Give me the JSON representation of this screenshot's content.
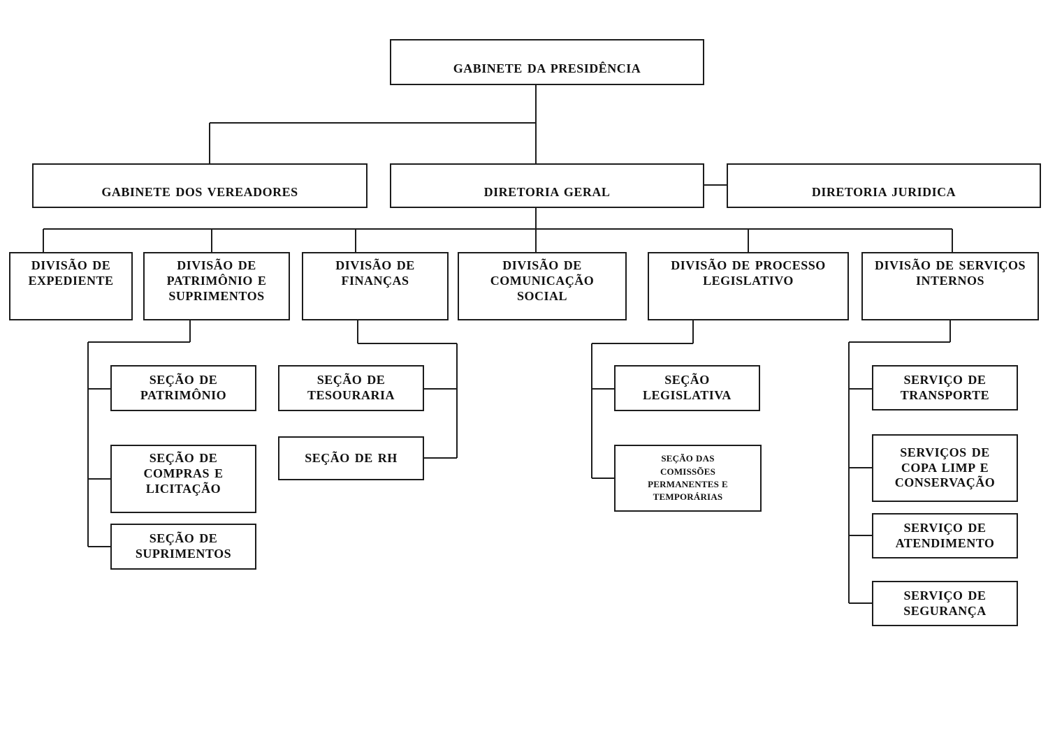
{
  "chart": {
    "type": "org-chart",
    "colors": {
      "background": "#ffffff",
      "box_border": "#1c1c1c",
      "line": "#1c1c1c",
      "text": "#111111"
    },
    "nodes": {
      "gabinete_presidencia": {
        "label": "GABINETE DA PRESIDÊNCIA"
      },
      "gabinete_vereadores": {
        "label": "GABINETE DOS VEREADORES"
      },
      "diretoria_geral": {
        "label": "DIRETORIA GERAL"
      },
      "diretoria_juridica": {
        "label": "DIRETORIA JURIDICA"
      },
      "divisao_expediente": {
        "label": "DIVISÃO DE\nEXPEDIENTE"
      },
      "divisao_patrimonio_suprimentos": {
        "label": "DIVISÃO DE\nPATRIMÔNIO E\nSUPRIMENTOS"
      },
      "divisao_financas": {
        "label": "DIVISÃO DE\nFINANÇAS"
      },
      "divisao_comunicacao_social": {
        "label": "DIVISÃO DE\nCOMUNICAÇÃO\nSOCIAL"
      },
      "divisao_processo_legislativo": {
        "label": "DIVISÃO DE PROCESSO\nLEGISLATIVO"
      },
      "divisao_servicos_internos": {
        "label": "DIVISÃO DE SERVIÇOS\nINTERNOS"
      },
      "secao_patrimonio": {
        "label": "SEÇÃO DE\nPATRIMÔNIO"
      },
      "secao_compras_licitacao": {
        "label": "SEÇÃO DE\nCOMPRAS E\nLICITAÇÃO"
      },
      "secao_suprimentos": {
        "label": "SEÇÃO DE\nSUPRIMENTOS"
      },
      "secao_tesouraria": {
        "label": "SEÇÃO DE\nTESOURARIA"
      },
      "secao_rh": {
        "label": "SEÇÃO DE RH"
      },
      "secao_legislativa": {
        "label": "SEÇÃO\nLEGISLATIVA"
      },
      "secao_comissoes": {
        "label": "SEÇÃO DAS\nCOMISSÕES\nPERMANENTES E\nTEMPORÁRIAS"
      },
      "servico_transporte": {
        "label": "SERVIÇO DE\nTRANSPORTE"
      },
      "servicos_copa": {
        "label": "SERVIÇOS DE\nCOPA LIMP E\nCONSERVAÇÃO"
      },
      "servico_atendimento": {
        "label": "SERVIÇO DE\nATENDIMENTO"
      },
      "servico_seguranca": {
        "label": "SERVIÇO DE\nSEGURANÇA"
      }
    },
    "edges": [
      {
        "from": "gabinete_presidencia",
        "to": "gabinete_vereadores"
      },
      {
        "from": "gabinete_presidencia",
        "to": "diretoria_geral"
      },
      {
        "from": "diretoria_geral",
        "to": "diretoria_juridica",
        "style": "lateral"
      },
      {
        "from": "diretoria_geral",
        "to": "divisao_expediente"
      },
      {
        "from": "diretoria_geral",
        "to": "divisao_patrimonio_suprimentos"
      },
      {
        "from": "diretoria_geral",
        "to": "divisao_financas"
      },
      {
        "from": "diretoria_geral",
        "to": "divisao_comunicacao_social"
      },
      {
        "from": "diretoria_geral",
        "to": "divisao_processo_legislativo"
      },
      {
        "from": "diretoria_geral",
        "to": "divisao_servicos_internos"
      },
      {
        "from": "divisao_patrimonio_suprimentos",
        "to": "secao_patrimonio"
      },
      {
        "from": "divisao_patrimonio_suprimentos",
        "to": "secao_compras_licitacao"
      },
      {
        "from": "divisao_patrimonio_suprimentos",
        "to": "secao_suprimentos"
      },
      {
        "from": "divisao_financas",
        "to": "secao_tesouraria"
      },
      {
        "from": "divisao_financas",
        "to": "secao_rh"
      },
      {
        "from": "divisao_processo_legislativo",
        "to": "secao_legislativa"
      },
      {
        "from": "divisao_processo_legislativo",
        "to": "secao_comissoes"
      },
      {
        "from": "divisao_servicos_internos",
        "to": "servico_transporte"
      },
      {
        "from": "divisao_servicos_internos",
        "to": "servicos_copa"
      },
      {
        "from": "divisao_servicos_internos",
        "to": "servico_atendimento"
      },
      {
        "from": "divisao_servicos_internos",
        "to": "servico_seguranca"
      }
    ]
  }
}
